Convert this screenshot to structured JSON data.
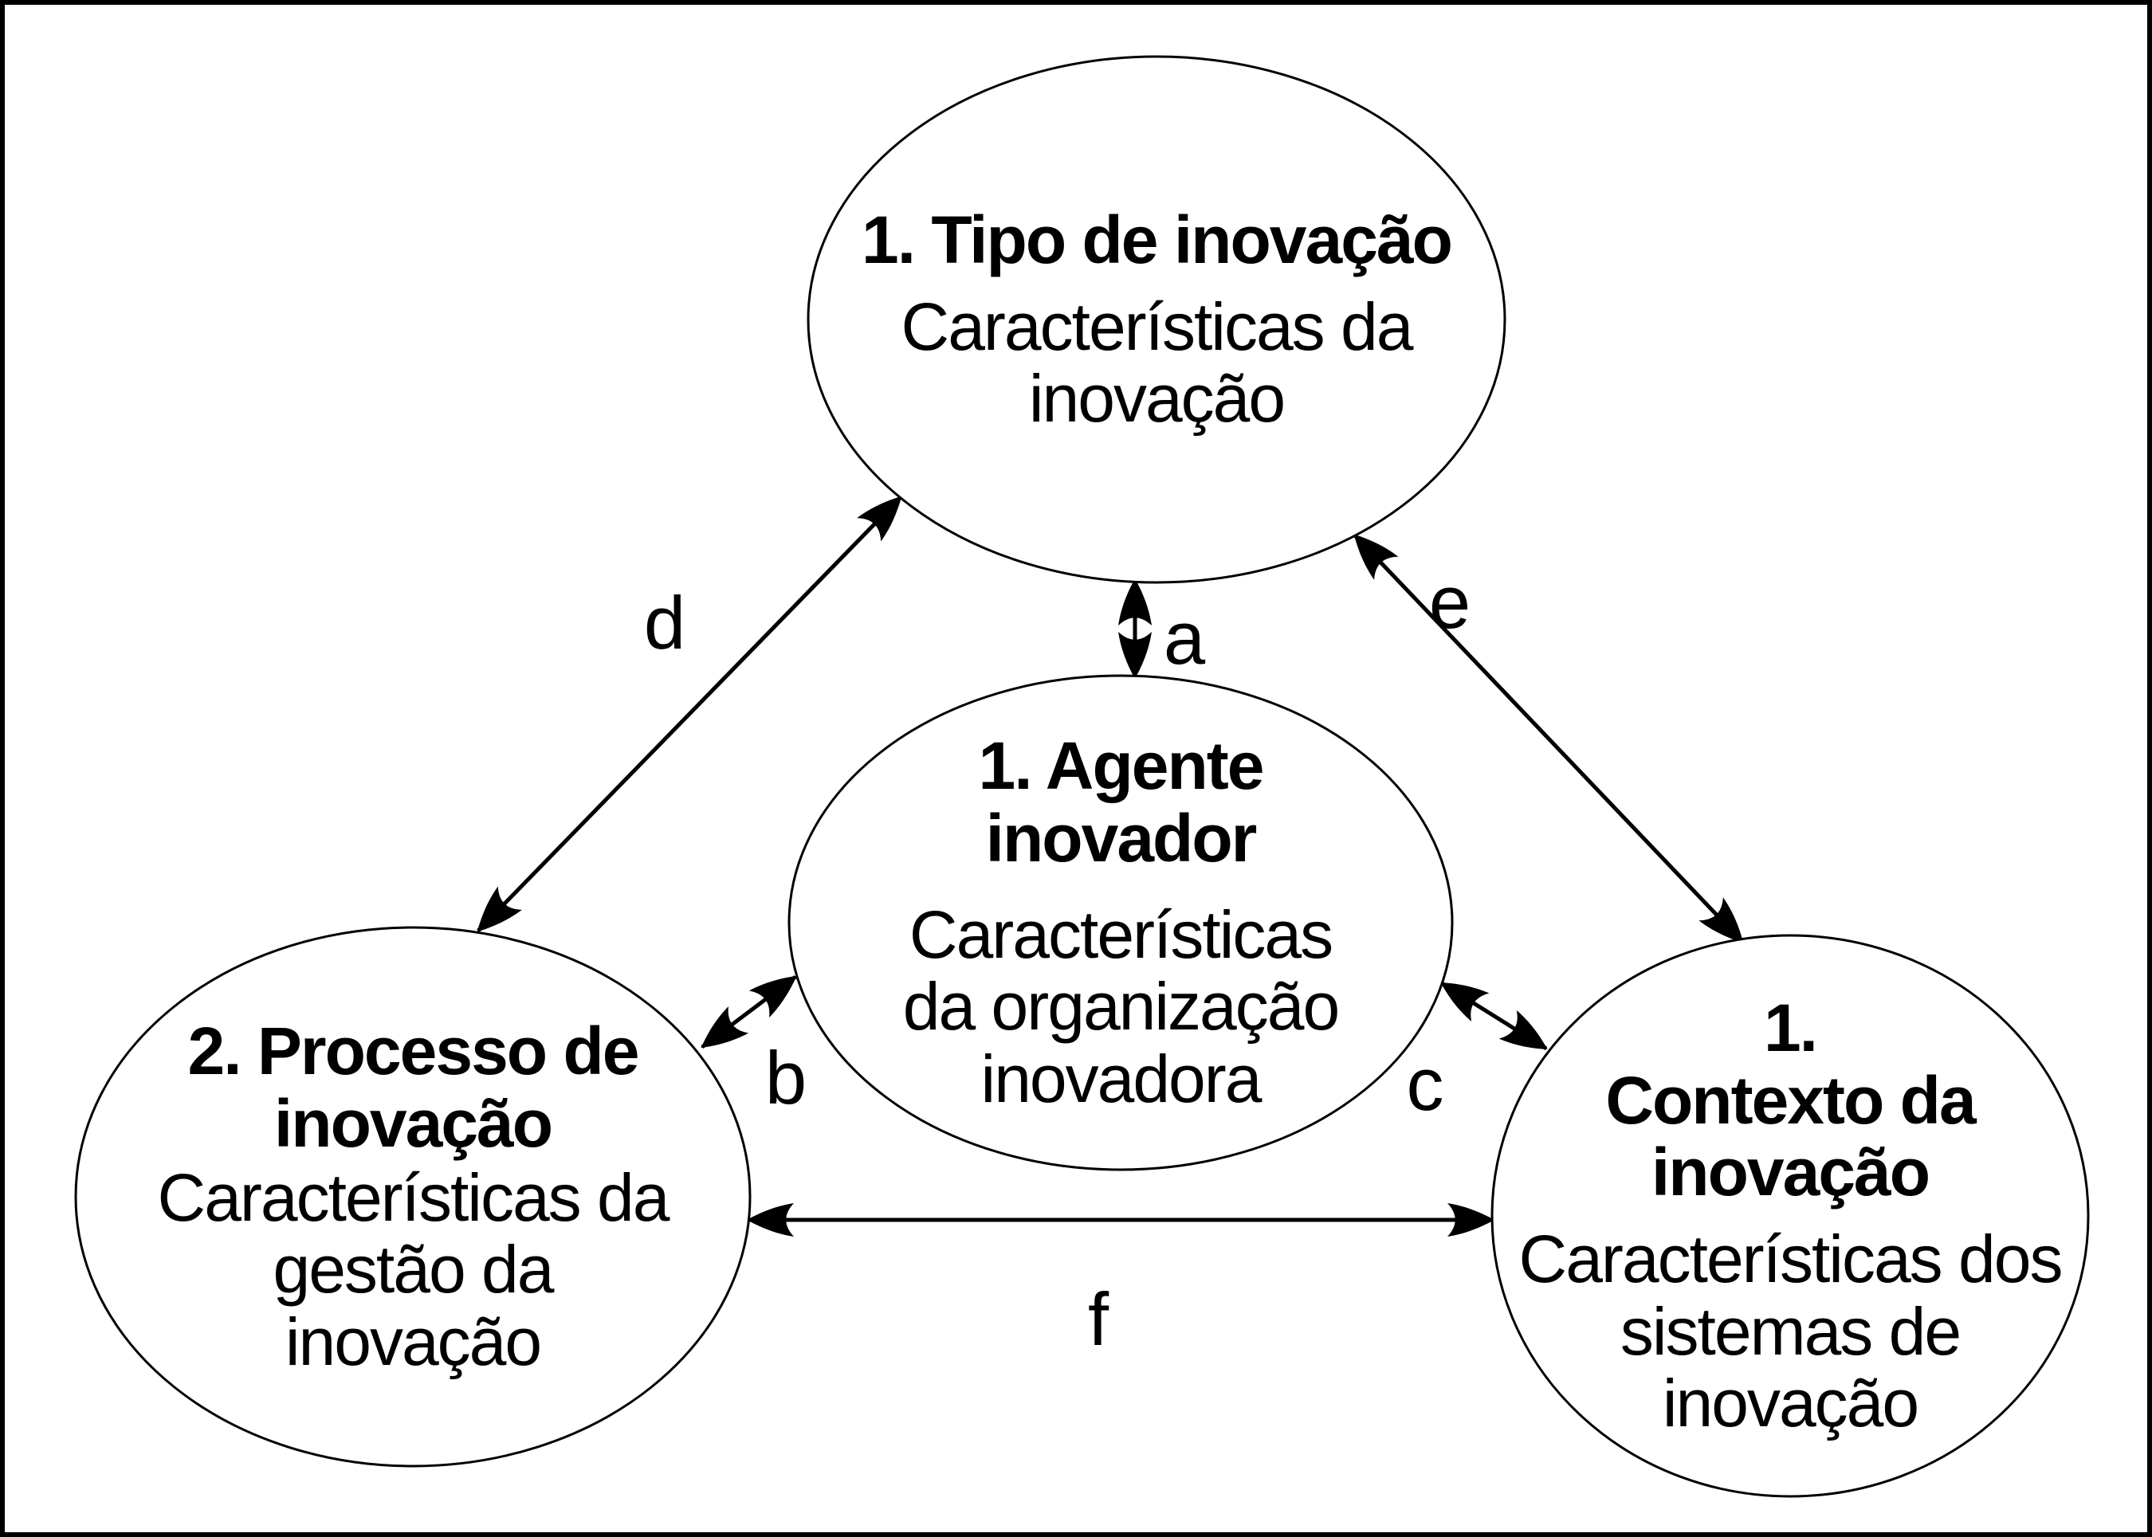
{
  "canvas": {
    "background": "#ffffff",
    "ink": "#000000",
    "border_color": "#000000"
  },
  "nodes": [
    {
      "id": "tipo-de-inovacao",
      "title": "1. Tipo de inovação",
      "body": "Características da\ninovação"
    },
    {
      "id": "agente-inovador",
      "title": "1. Agente\ninovador",
      "body": "Características\nda organização\ninovadora"
    },
    {
      "id": "processo-de-inovacao",
      "title": "2. Processo de\ninovação",
      "body": "Características da\ngestão da\ninovação"
    },
    {
      "id": "contexto-da-inovacao",
      "title": "1.\nContexto da\ninovação",
      "body": "Características dos\nsistemas de\ninovação"
    }
  ],
  "edges": [
    {
      "id": "a",
      "label": "a",
      "from": "tipo-de-inovacao",
      "to": "agente-inovador",
      "style": "double-arrow"
    },
    {
      "id": "b",
      "label": "b",
      "from": "processo-de-inovacao",
      "to": "agente-inovador",
      "style": "double-arrow"
    },
    {
      "id": "c",
      "label": "c",
      "from": "agente-inovador",
      "to": "contexto-da-inovacao",
      "style": "double-arrow"
    },
    {
      "id": "d",
      "label": "d",
      "from": "processo-de-inovacao",
      "to": "tipo-de-inovacao",
      "style": "double-arrow"
    },
    {
      "id": "e",
      "label": "e",
      "from": "tipo-de-inovacao",
      "to": "contexto-da-inovacao",
      "style": "double-arrow"
    },
    {
      "id": "f",
      "label": "f",
      "from": "processo-de-inovacao",
      "to": "contexto-da-inovacao",
      "style": "double-arrow"
    }
  ]
}
